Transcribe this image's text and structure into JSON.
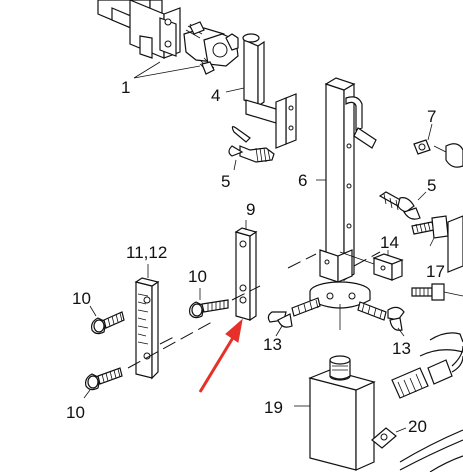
{
  "labels": {
    "l1": "1",
    "l4": "4",
    "l5a": "5",
    "l6": "6",
    "l7": "7",
    "l5b": "5",
    "l9": "9",
    "l1112": "11,12",
    "l10a": "10",
    "l10b": "10",
    "l10c": "10",
    "l14": "14",
    "l17": "17",
    "l13a": "13",
    "l13b": "13",
    "l19": "19",
    "l20": "20"
  },
  "colors": {
    "line": "#111111",
    "arrow": "#e8302a",
    "background": "#ffffff"
  }
}
